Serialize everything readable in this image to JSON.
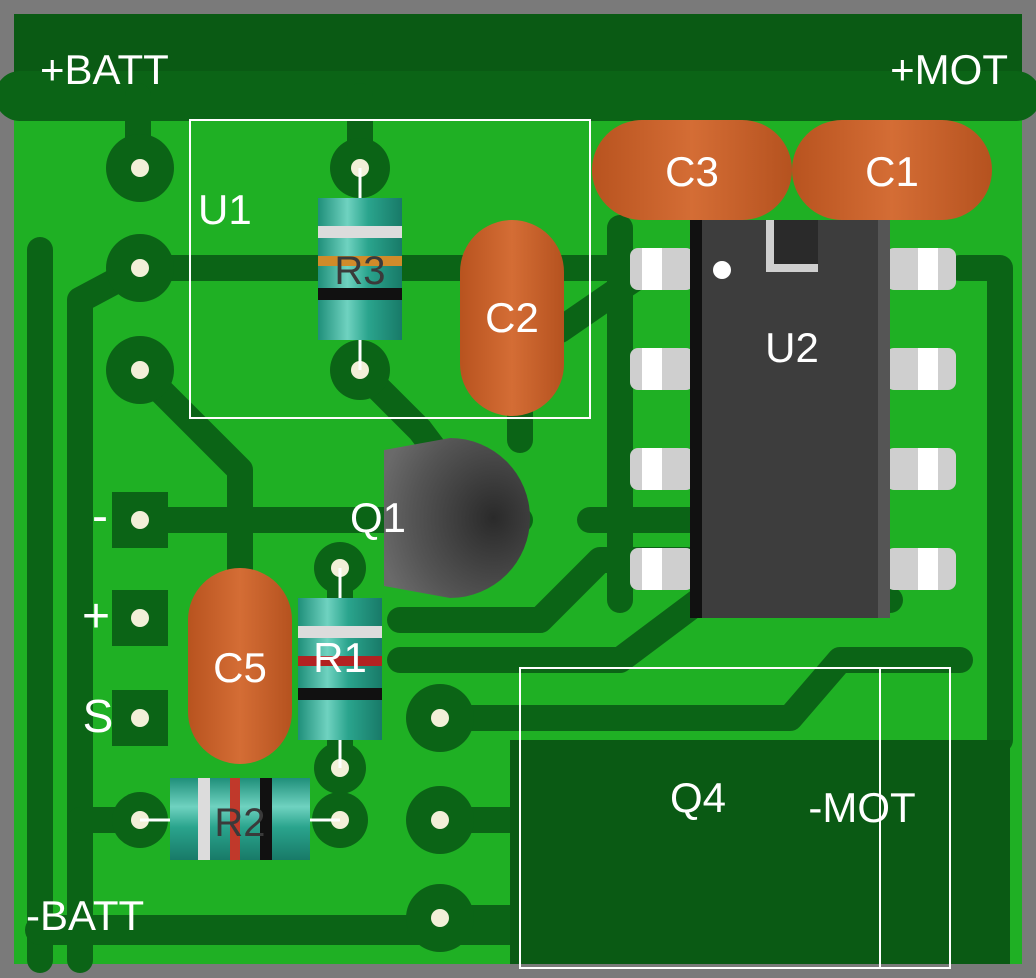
{
  "board": {
    "labels": {
      "batt_pos": "+BATT",
      "mot_pos": "+MOT",
      "batt_neg": "-BATT",
      "mot_neg": "-MOT",
      "minus": "-",
      "plus": "+",
      "signal": "S"
    },
    "components": {
      "u1": "U1",
      "u2": "U2",
      "q1": "Q1",
      "q4": "Q4",
      "r1": "R1",
      "r2": "R2",
      "r3": "R3",
      "c1": "C1",
      "c2": "C2",
      "c3": "C3",
      "c5": "C5"
    }
  },
  "colors": {
    "frame": "#7a7a7a",
    "board_dark": "#0a5a14",
    "copper_pour": "#1fb024",
    "trace": "#0b6416",
    "capacitor": "#c8612e",
    "resistor_body": "#2fa892",
    "ic_body": "#3d3d3d",
    "ic_pin": "#cfcfcf",
    "silkscreen": "#ffffff",
    "pad_drill": "#f2f0d8"
  }
}
